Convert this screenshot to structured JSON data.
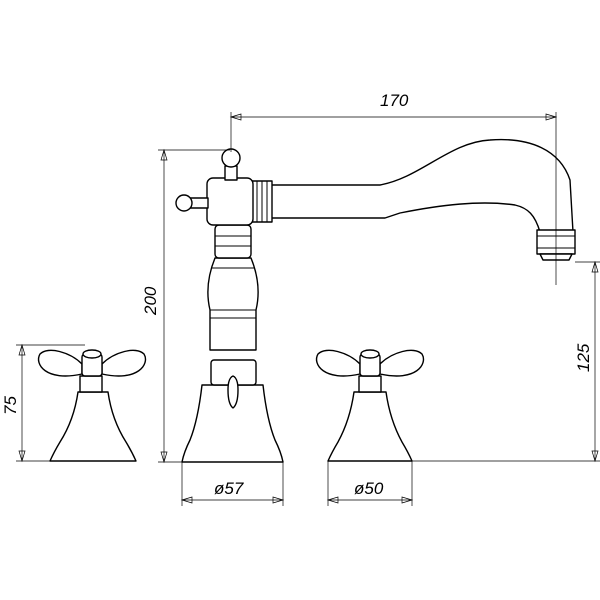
{
  "dimensions": {
    "spout_reach": "170",
    "total_height": "200",
    "handle_height": "75",
    "spout_height": "125",
    "base_diameter_mixer": "57",
    "base_diameter_handle": "50"
  },
  "symbols": {
    "diameter": "ø"
  }
}
